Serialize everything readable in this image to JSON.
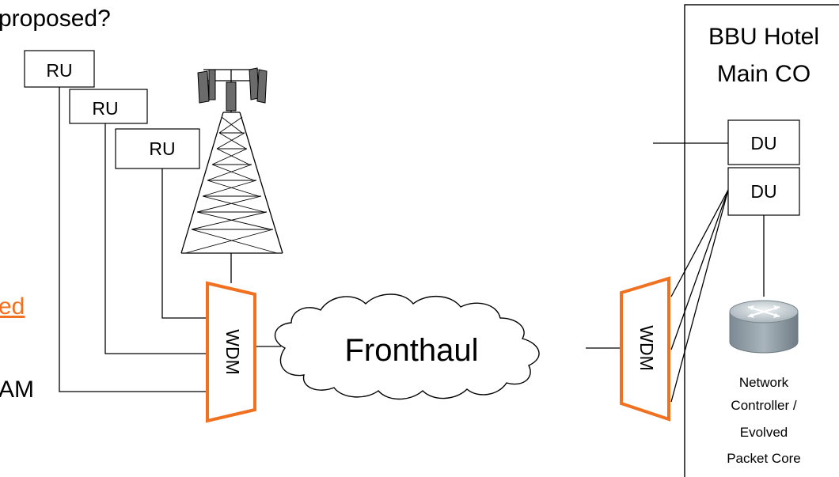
{
  "heading": "proposed?",
  "ru_labels": [
    "RU",
    "RU",
    "RU"
  ],
  "bbu": {
    "line1": "BBU Hotel",
    "line2": "Main CO"
  },
  "du_labels": [
    "DU",
    "DU"
  ],
  "wdm_left": "WDM",
  "wdm_right": "WDM",
  "cloud_label": "Fronthaul",
  "router_caption": [
    "Network",
    "Controller /",
    "Evolved",
    "Packet Core"
  ],
  "left_fragments": {
    "orange": "ed",
    "black": "AM"
  },
  "colors": {
    "accent": "#f07120",
    "router": "#8e9ba4"
  }
}
